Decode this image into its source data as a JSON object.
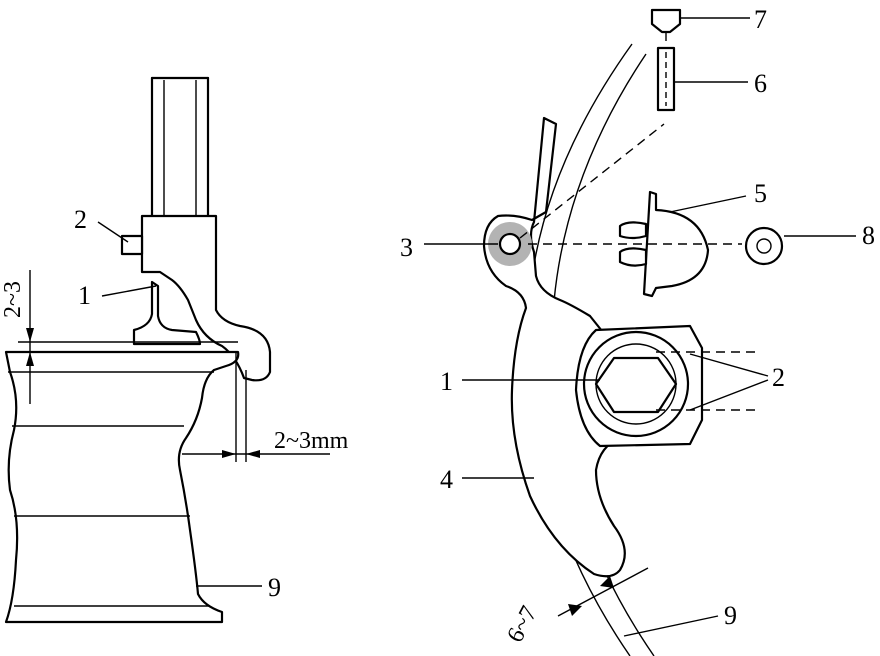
{
  "left_view": {
    "labels": {
      "part_2": "2",
      "part_1": "1",
      "part_9": "9"
    },
    "dimensions": {
      "vertical_gap": "2~3",
      "horizontal_gap": "2~3mm"
    }
  },
  "right_view": {
    "labels": {
      "part_7": "7",
      "part_6": "6",
      "part_5": "5",
      "part_3": "3",
      "part_8": "8",
      "part_1": "1",
      "part_2": "2",
      "part_4": "4",
      "part_9": "9"
    },
    "dimensions": {
      "clearance": "6~7"
    },
    "colors": {
      "pivot_highlight": "#b3b3b3"
    }
  }
}
